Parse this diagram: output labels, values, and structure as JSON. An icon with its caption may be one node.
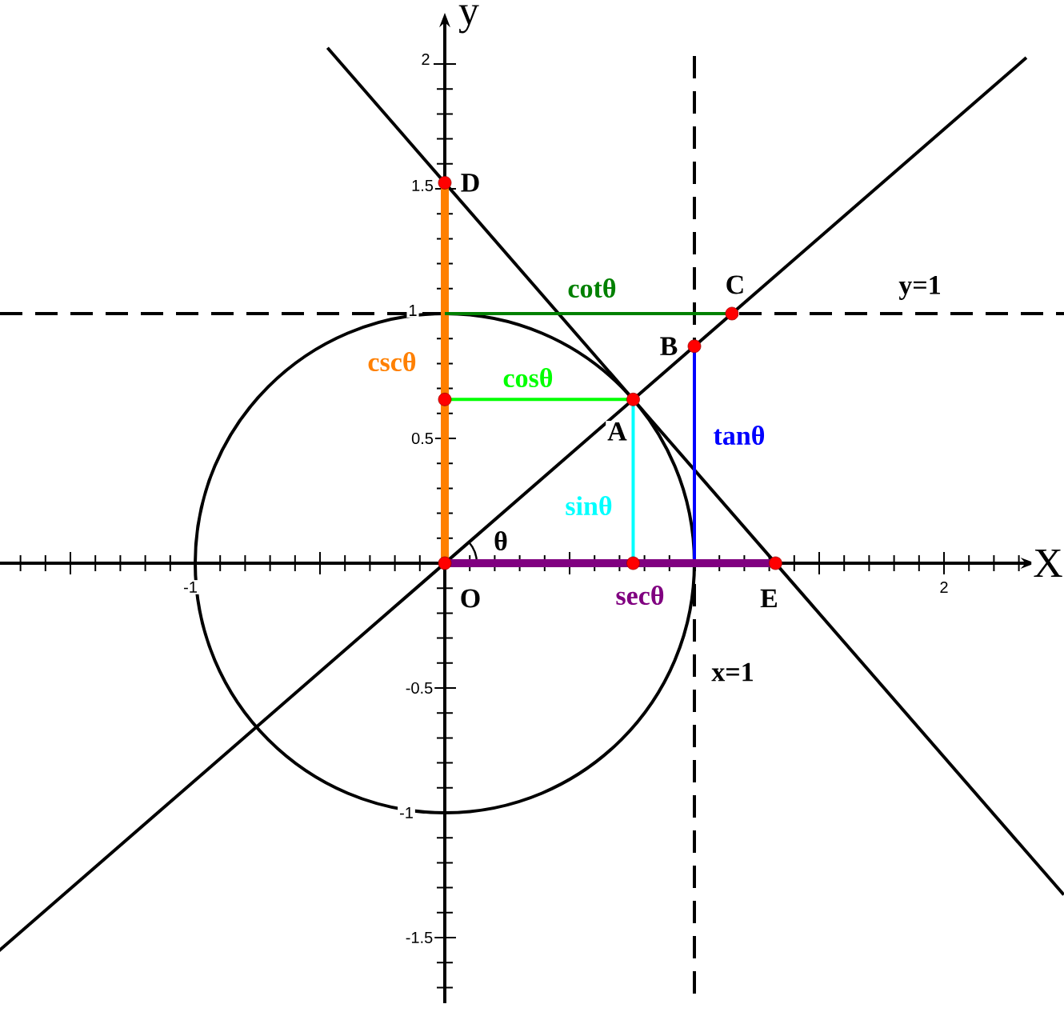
{
  "diagram": {
    "nodes": [
      {
        "text": [
          "O"
        ]
      },
      {
        "text": [
          "A"
        ]
      },
      {
        "text": [
          "B"
        ]
      },
      {
        "text": [
          "C"
        ]
      },
      {
        "text": [
          "D"
        ]
      },
      {
        "text": [
          "E"
        ]
      }
    ],
    "edges": [
      {
        "from": 0,
        "to": 4,
        "arrow": "none",
        "label": "cscθ",
        "style": "thick",
        "color": "#ff8000"
      },
      {
        "from": null,
        "to": 3,
        "arrow": "none",
        "label": "cotθ",
        "color": "#008000"
      },
      {
        "from": null,
        "to": 1,
        "arrow": "none",
        "label": "cosθ",
        "color": "#00ff00"
      },
      {
        "from": 1,
        "to": null,
        "arrow": "none",
        "label": "sinθ",
        "color": "#00ffff"
      },
      {
        "from": null,
        "to": 2,
        "arrow": "none",
        "label": "tanθ",
        "color": "#0000ff"
      },
      {
        "from": 0,
        "to": 5,
        "arrow": "none",
        "label": "secθ",
        "style": "thick",
        "color": "#800080"
      }
    ],
    "labels": [
      "y",
      "X",
      "2",
      "1.5",
      "1",
      "0.5",
      "-0.5",
      "-1",
      "-1.5",
      "-1",
      "2",
      "y=1",
      "x=1",
      "θ"
    ]
  }
}
